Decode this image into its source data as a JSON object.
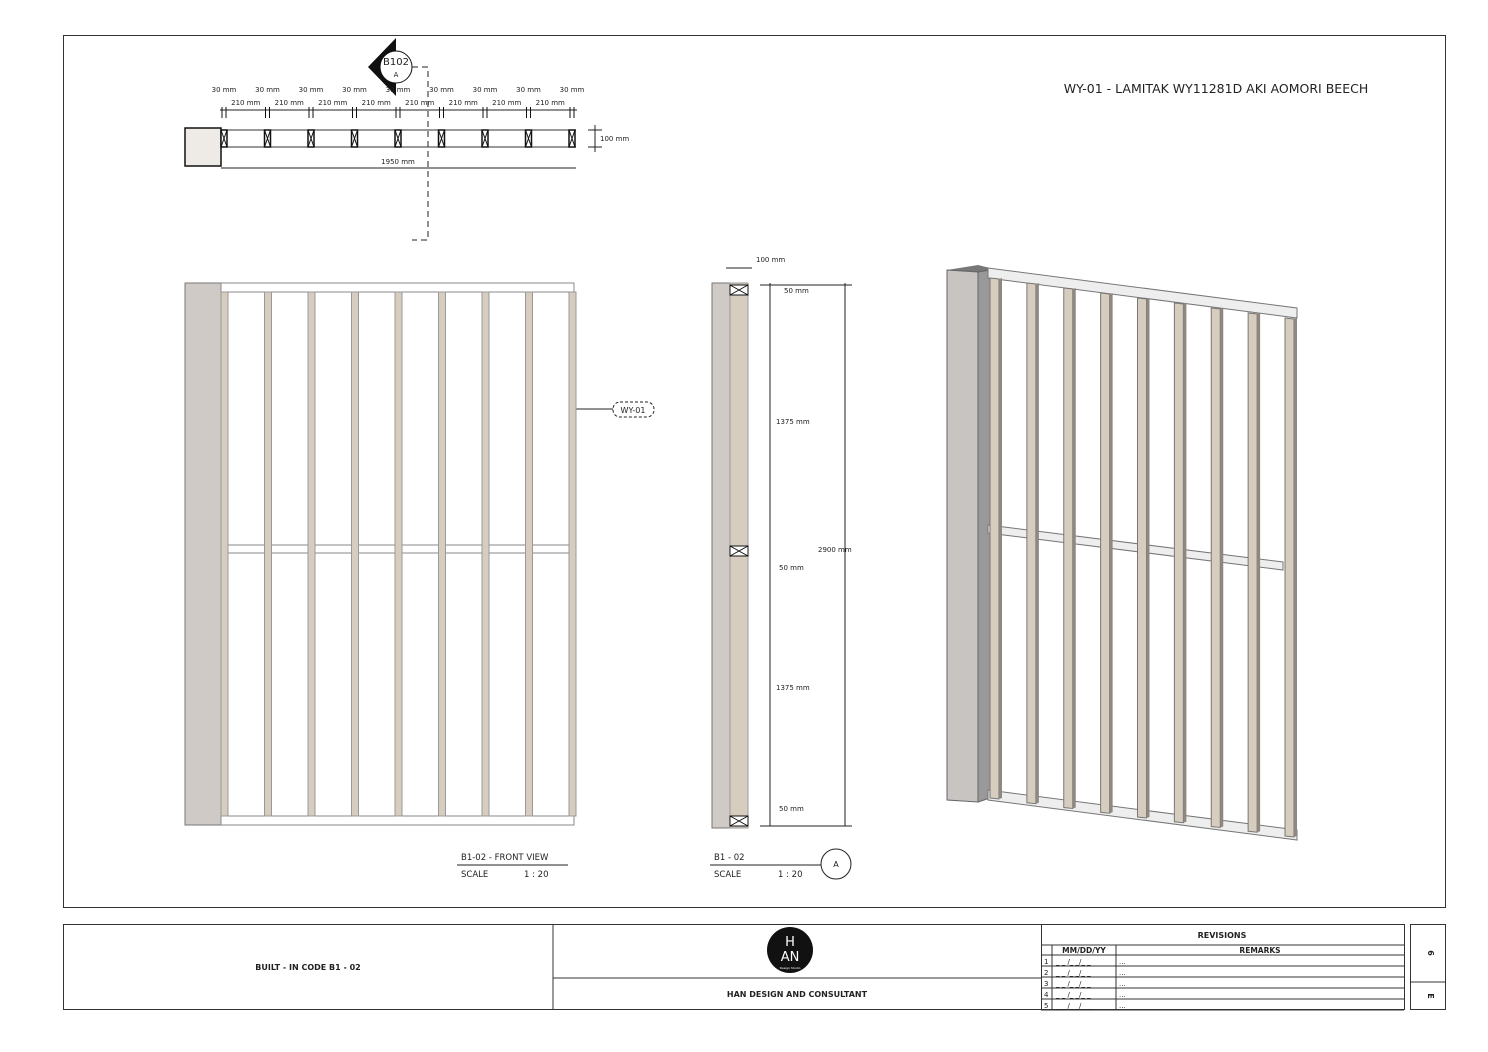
{
  "material_title": "WY-01 - LAMITAK WY11281D AKI AOMORI BEECH",
  "section_marker": {
    "sheet": "B102",
    "id": "A"
  },
  "plan": {
    "stud_dim": "30 mm",
    "gap_dim": "210 mm",
    "depth_dim": "100 mm",
    "overall_dim": "1950 mm",
    "stud_count": 9
  },
  "front_view": {
    "tag": "WY-01",
    "title": "B1-02 - FRONT VIEW",
    "scale_label": "SCALE",
    "scale_value": "1 : 20"
  },
  "section": {
    "depth_dim": "100 mm",
    "rail_top": "50 mm",
    "rail_mid": "50 mm",
    "rail_bottom": "50 mm",
    "span_upper": "1375 mm",
    "span_lower": "1375 mm",
    "overall": "2900 mm",
    "title": "B1 - 02",
    "scale_label": "SCALE",
    "scale_value": "1 : 20",
    "marker": "A"
  },
  "title_block": {
    "project": "BUILT - IN CODE B1 - 02",
    "company": "HAN DESIGN AND CONSULTANT",
    "logo_text": "Design Studio",
    "revisions_title": "REVISIONS",
    "col_date": "MM/DD/YY",
    "col_remarks": "REMARKS",
    "rows": [
      {
        "n": "1",
        "date": "_ _ /_ _/_ _",
        "remark": "..."
      },
      {
        "n": "2",
        "date": "_ _ /_ _/_ _",
        "remark": "..."
      },
      {
        "n": "3",
        "date": "_ _ /_ _/_ _",
        "remark": "..."
      },
      {
        "n": "4",
        "date": "_ _ /_ _/_ _",
        "remark": "..."
      },
      {
        "n": "5",
        "date": "_ _ /_ _/_ _",
        "remark": "..."
      }
    ],
    "sheet_top": "6",
    "sheet_bottom": "E"
  },
  "colors": {
    "wood": "#d6cdbf",
    "wall": "#cfcac6",
    "line": "#222222"
  }
}
